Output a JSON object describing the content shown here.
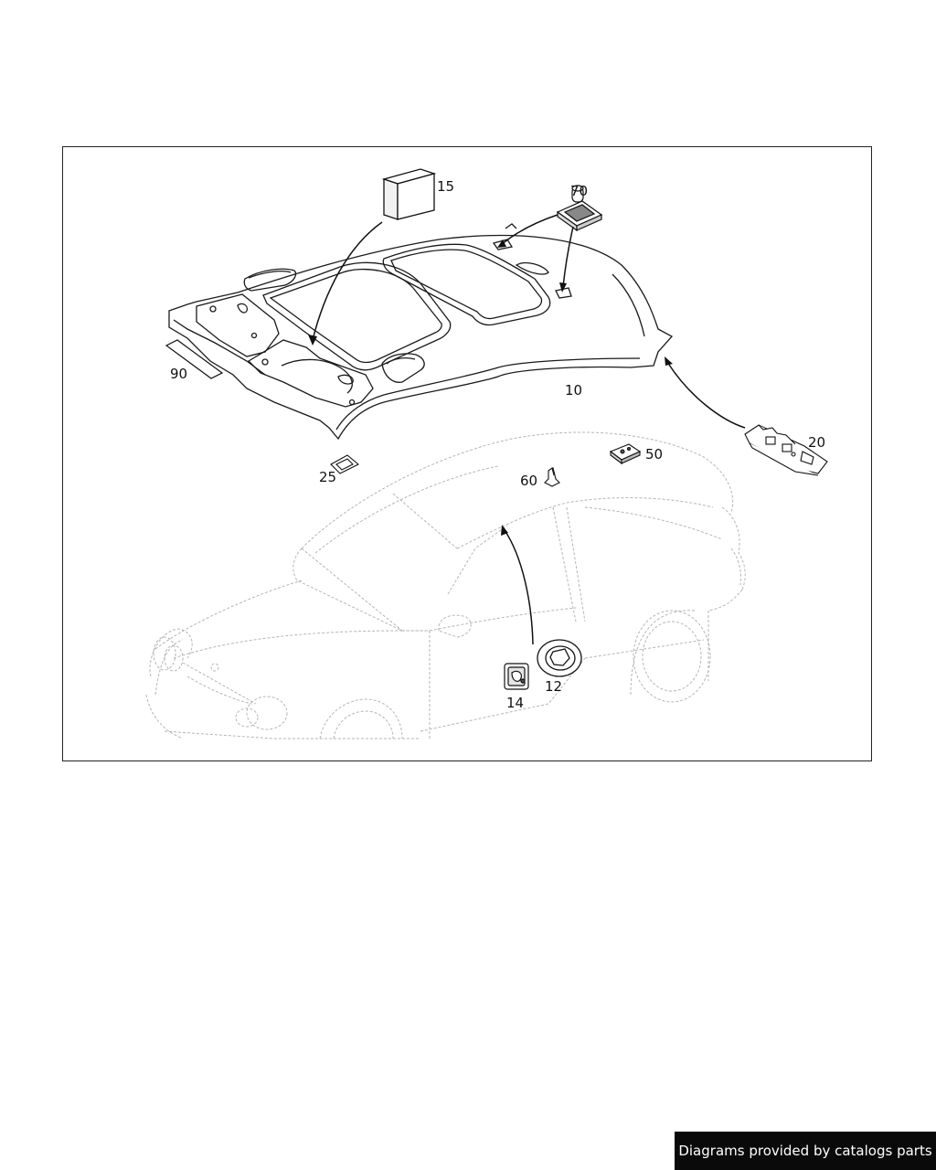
{
  "diagram": {
    "callouts": {
      "c15": "15",
      "c70": "70",
      "c90": "90",
      "c10": "10",
      "c20": "20",
      "c50": "50",
      "c25": "25",
      "c60": "60",
      "c14": "14",
      "c12": "12"
    }
  },
  "footer": {
    "credit": "Diagrams provided by catalogs parts"
  }
}
